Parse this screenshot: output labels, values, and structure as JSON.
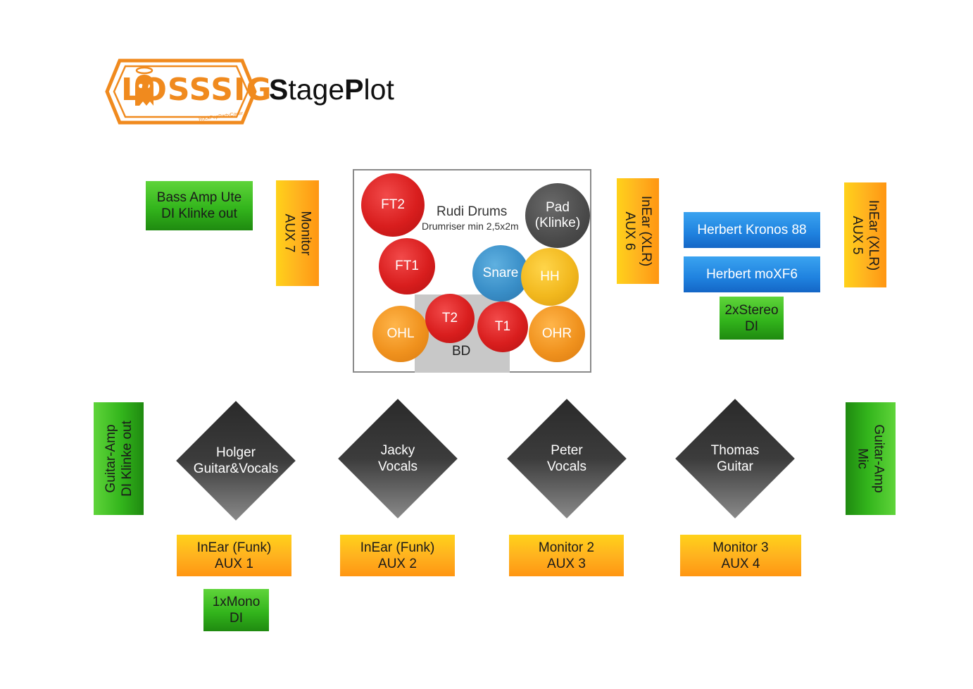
{
  "header": {
    "logo_text": "LOSSSIG",
    "logo_tagline": "RockPopPartyCover",
    "title_s": "S",
    "title_tage": "tage",
    "title_p": "P",
    "title_lot": "lot"
  },
  "drums": {
    "label": "Rudi Drums",
    "sublabel": "Drumriser min 2,5x2m",
    "bd": "BD",
    "ft2": "FT2",
    "ft1": "FT1",
    "pad_line1": "Pad",
    "pad_line2": "(Klinke)",
    "snare": "Snare",
    "hh": "HH",
    "t2": "T2",
    "t1": "T1",
    "ohl": "OHL",
    "ohr": "OHR"
  },
  "boxes": {
    "bass_amp_line1": "Bass Amp Ute",
    "bass_amp_line2": "DI Klinke out",
    "monitor7_line1": "Monitor",
    "monitor7_line2": "AUX 7",
    "inear6_line1": "InEar (XLR)",
    "inear6_line2": "AUX 6",
    "herbert_kronos": "Herbert Kronos 88",
    "herbert_moxf6": "Herbert moXF6",
    "stereo_di_line1": "2xStereo",
    "stereo_di_line2": "DI",
    "inear5_line1": "InEar (XLR)",
    "inear5_line2": "AUX 5",
    "guitar_amp_left_line1": "Guitar-Amp",
    "guitar_amp_left_line2": "DI Klinke out",
    "guitar_amp_right_line1": "Guitar-Amp",
    "guitar_amp_right_line2": "Mic",
    "aux1_line1": "InEar (Funk)",
    "aux1_line2": "AUX 1",
    "aux2_line1": "InEar (Funk)",
    "aux2_line2": "AUX 2",
    "aux3_line1": "Monitor 2",
    "aux3_line2": "AUX 3",
    "aux4_line1": "Monitor 3",
    "aux4_line2": "AUX 4",
    "mono_di_line1": "1xMono",
    "mono_di_line2": "DI"
  },
  "musicians": {
    "holger_line1": "Holger",
    "holger_line2": "Guitar&Vocals",
    "jacky_line1": "Jacky",
    "jacky_line2": "Vocals",
    "peter_line1": "Peter",
    "peter_line2": "Vocals",
    "thomas_line1": "Thomas",
    "thomas_line2": "Guitar"
  }
}
